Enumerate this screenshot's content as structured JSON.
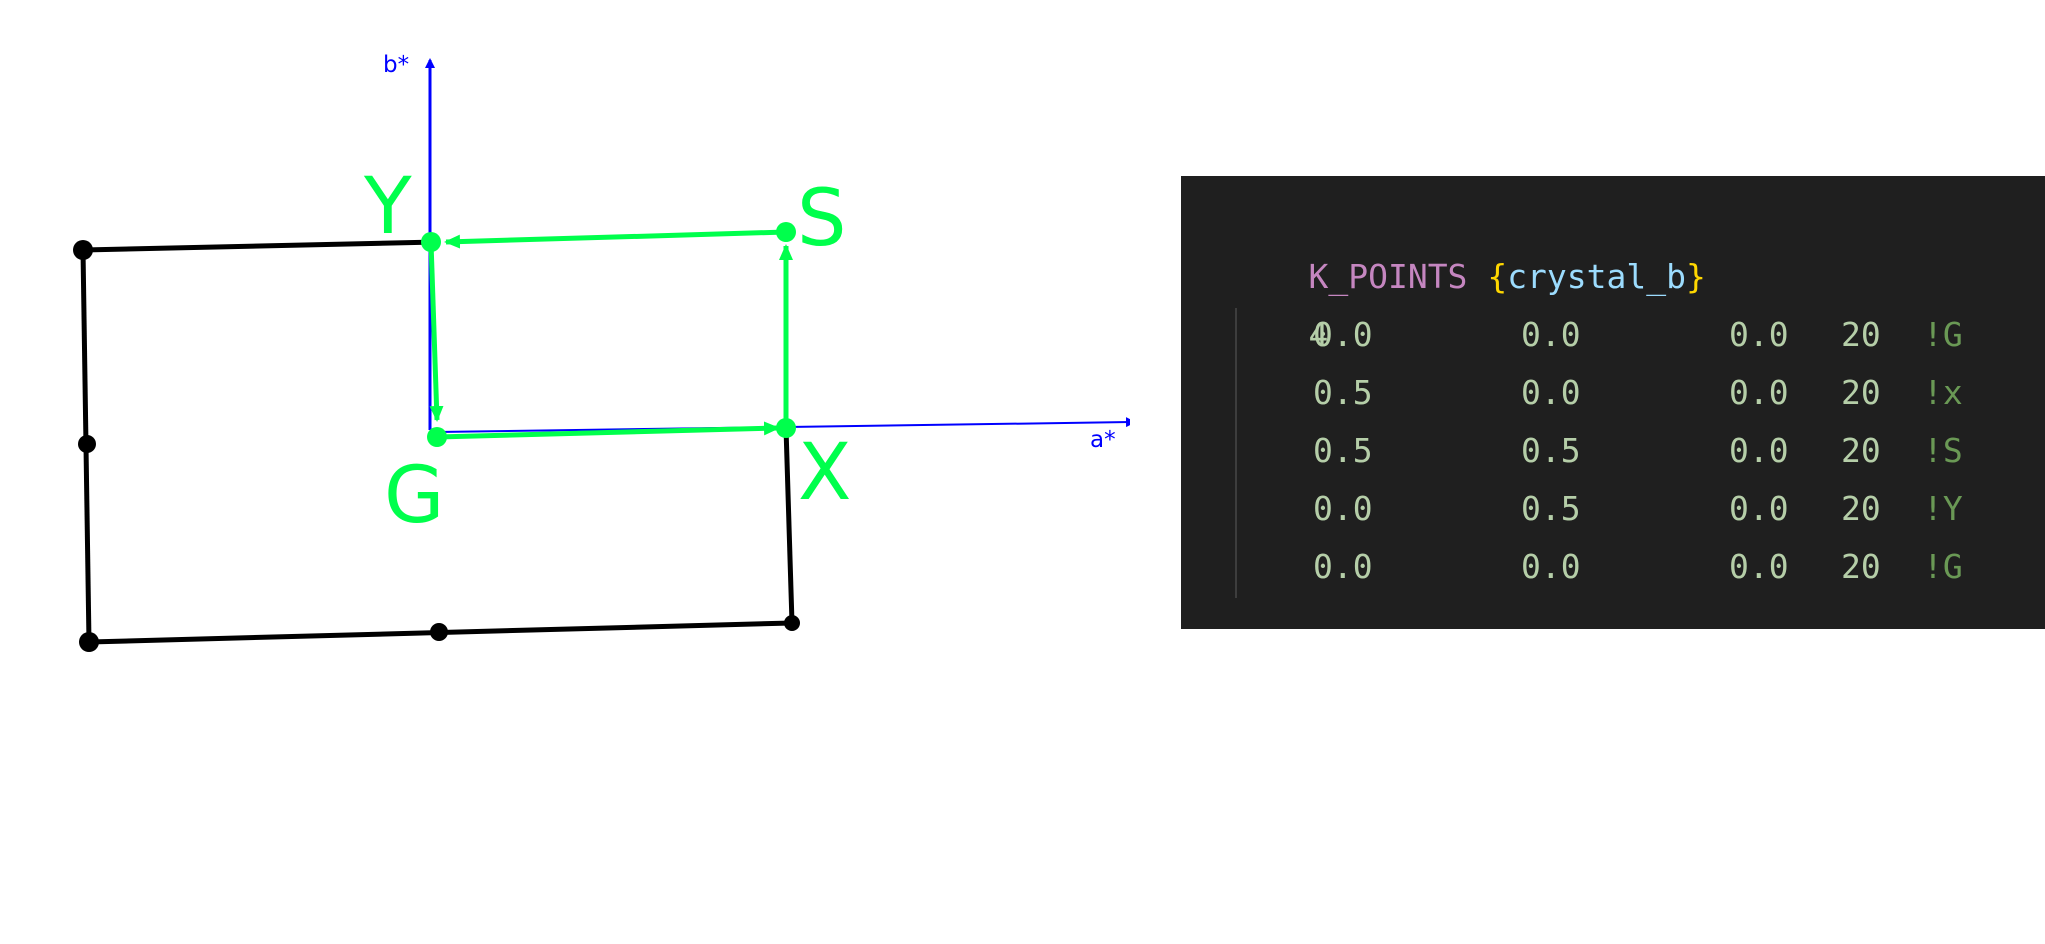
{
  "diagram": {
    "axes": {
      "a_label": "a*",
      "b_label": "b*",
      "axis_color": "#0000ff"
    },
    "point_labels": {
      "Y": "Y",
      "S": "S",
      "G": "G",
      "X": "X"
    },
    "colors": {
      "path": "#00ff4c",
      "boundary": "#000000"
    }
  },
  "code": {
    "keyword": "K_POINTS",
    "brace_open": "{",
    "option": "crystal_b",
    "brace_close": "}",
    "count": "4",
    "rows": [
      {
        "kx": "0.0",
        "ky": "0.0",
        "kz": "0.0",
        "n": "20",
        "label": "!G"
      },
      {
        "kx": "0.5",
        "ky": "0.0",
        "kz": "0.0",
        "n": "20",
        "label": "!x"
      },
      {
        "kx": "0.5",
        "ky": "0.5",
        "kz": "0.0",
        "n": "20",
        "label": "!S"
      },
      {
        "kx": "0.0",
        "ky": "0.5",
        "kz": "0.0",
        "n": "20",
        "label": "!Y"
      },
      {
        "kx": "0.0",
        "ky": "0.0",
        "kz": "0.0",
        "n": "20",
        "label": "!G"
      }
    ]
  }
}
